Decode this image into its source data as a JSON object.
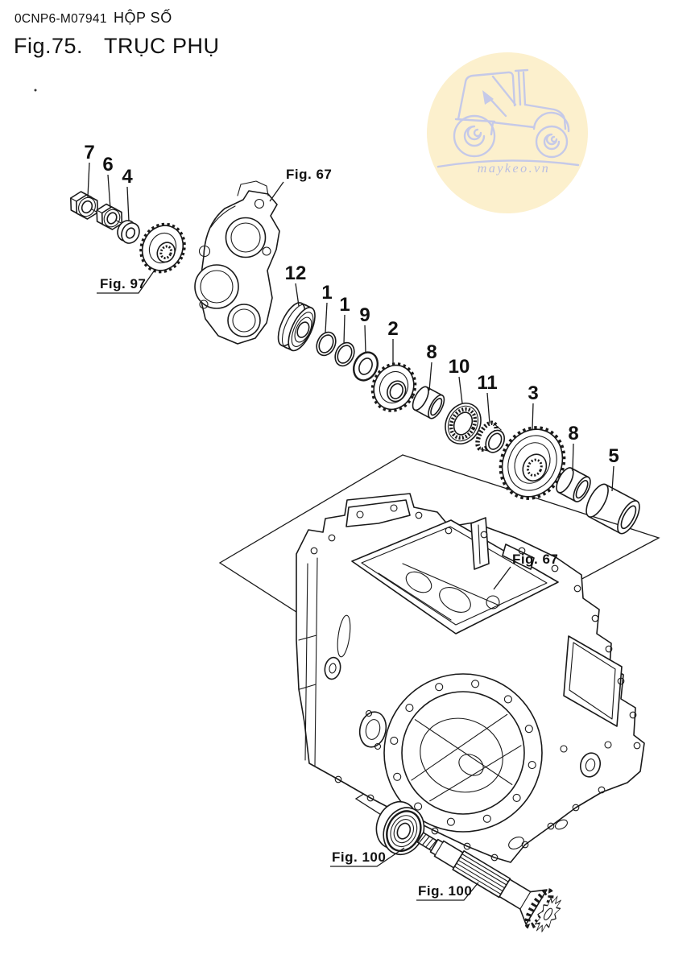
{
  "header": {
    "doc_code": "0CNP6-M07941",
    "section": "HỘP SỐ",
    "figure_no": "Fig.75.",
    "title": "TRỤC PHỤ"
  },
  "watermark": {
    "text": "maykeo.vn"
  },
  "colors": {
    "line": "#1a1a1a",
    "watermark_circle": "#fcf0cd",
    "watermark_line": "#c5c9e8",
    "watermark_text": "#b9bee2"
  },
  "callouts": {
    "c7": "7",
    "c6": "6",
    "c4": "4",
    "c12": "12",
    "c1a": "1",
    "c1b": "1",
    "c9": "9",
    "c2": "2",
    "c8a": "8",
    "c10": "10",
    "c11": "11",
    "c3": "3",
    "c8b": "8",
    "c5": "5"
  },
  "figure_refs": {
    "fig97": "Fig. 97",
    "fig67_top": "Fig. 67",
    "fig67_mid": "Fig. 67",
    "fig100_bearing": "Fig. 100",
    "fig100_shaft": "Fig. 100"
  }
}
